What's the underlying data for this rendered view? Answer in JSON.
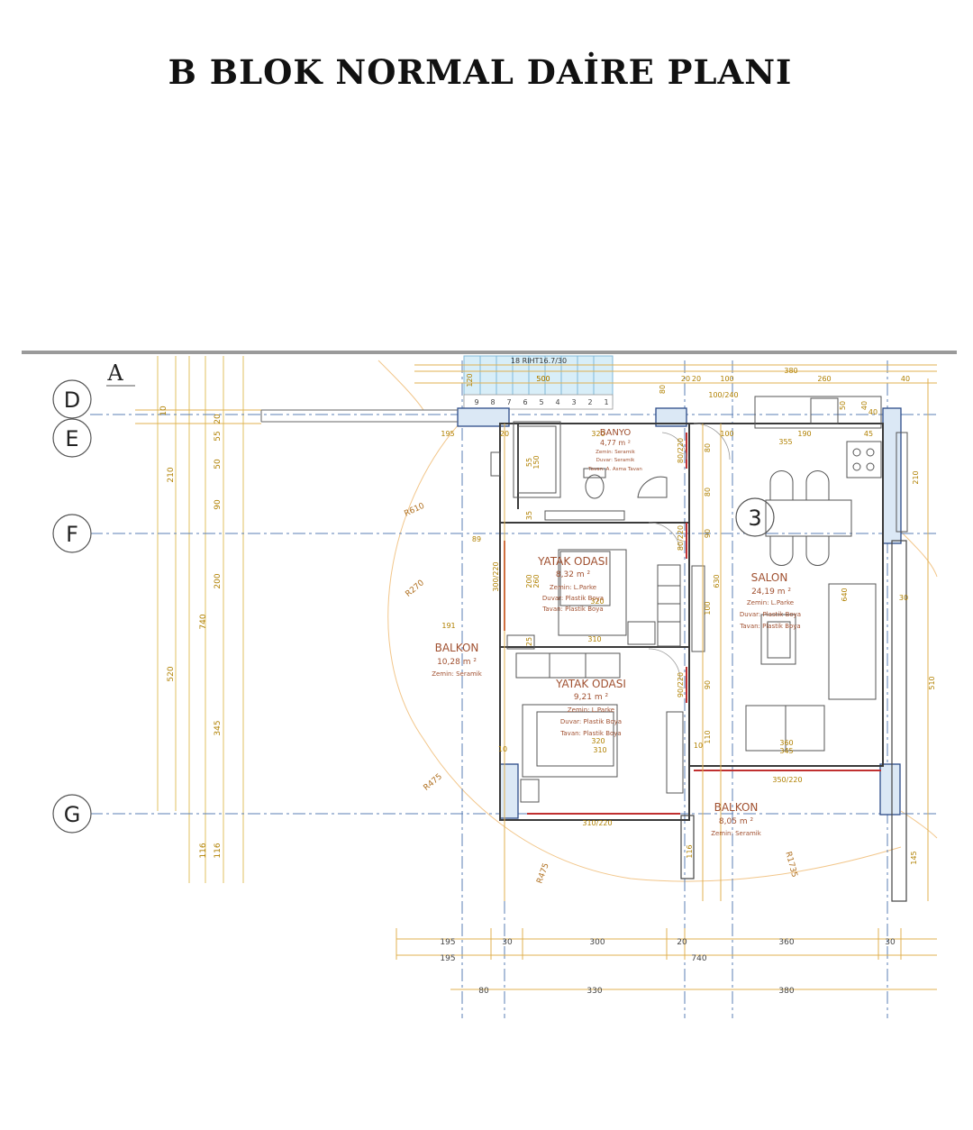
{
  "title": "B BLOK NORMAL DAİRE PLANI",
  "axis_markers": {
    "top": "A",
    "rows": [
      "D",
      "E",
      "F",
      "G"
    ],
    "column": "3"
  },
  "stair": {
    "label": "18 RIHT16.7/30",
    "width": "500",
    "steps": [
      "9",
      "8",
      "7",
      "6",
      "5",
      "4",
      "3",
      "2",
      "1"
    ]
  },
  "rooms": {
    "banyo": {
      "name": "BANYO",
      "area": "4,77  m ²",
      "floor": "Zemin: Seramik",
      "wall": "Duvar: Seramik",
      "ceiling": "Tavan: A. Asma Tavan"
    },
    "yatak1": {
      "name": "YATAK ODASI",
      "area": "8,32  m ²",
      "floor": "Zemin: L.Parke",
      "wall": "Duvar: Plastik Boya",
      "ceiling": "Tavan: Plastik Boya"
    },
    "yatak2": {
      "name": "YATAK ODASI",
      "area": "9,21  m ²",
      "floor": "Zemin: L.Parke",
      "wall": "Duvar: Plastik Boya",
      "ceiling": "Tavan: Plastik Boya"
    },
    "salon": {
      "name": "SALON",
      "area": "24,19  m ²",
      "floor": "Zemin: L.Parke",
      "wall": "Duvar: Plastik Boya",
      "ceiling": "Tavan: Plastik Boya"
    },
    "balkon1": {
      "name": "BALKON",
      "area": "10,28  m ²",
      "floor": "Zemin: Seramik"
    },
    "balkon2": {
      "name": "BALKON",
      "area": "8,05  m ²",
      "floor": "Zemin: Seramik"
    }
  },
  "dims_left": [
    "10",
    "20",
    "55",
    "50",
    "90",
    "200",
    "345",
    "116",
    "210",
    "740",
    "520",
    "116"
  ],
  "dims_top": [
    "120",
    "500",
    "80",
    "20",
    "20",
    "100",
    "380",
    "260",
    "40",
    "100/240",
    "320",
    "195",
    "20",
    "100",
    "355",
    "190",
    "45",
    "50",
    "40",
    "40",
    "210"
  ],
  "dims_inner": [
    "89",
    "191",
    "300/220",
    "200",
    "260",
    "320",
    "310",
    "320",
    "310",
    "10",
    "10",
    "80/220",
    "80/220",
    "90/220",
    "630",
    "640",
    "100",
    "90",
    "110",
    "360",
    "345",
    "350/220",
    "310/220",
    "30",
    "55",
    "150",
    "35",
    "25",
    "90",
    "80",
    "80",
    "510",
    "145",
    "116"
  ],
  "radii": [
    "R610",
    "R270",
    "R475",
    "R475",
    "R1735"
  ],
  "dims_bottom_row1": [
    "195",
    "30",
    "300",
    "20",
    "360",
    "30"
  ],
  "dims_bottom_row2": [
    "195",
    "740"
  ],
  "dims_bottom_row3": [
    "80",
    "330",
    "380"
  ]
}
